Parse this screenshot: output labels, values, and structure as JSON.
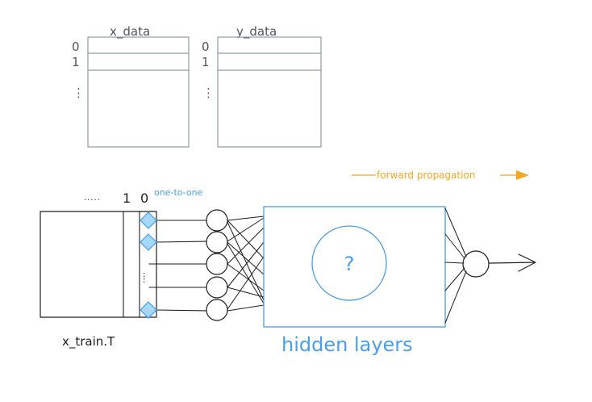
{
  "tables": {
    "x_data": {
      "header": "x_data",
      "row_labels": [
        "0",
        "1",
        "⋮"
      ]
    },
    "y_data": {
      "header": "y_data",
      "row_labels": [
        "0",
        "1",
        "⋮"
      ]
    }
  },
  "x_train": {
    "label": "x_train.T",
    "column_labels": [
      "1",
      "0"
    ],
    "dots_label": "....."
  },
  "annotations": {
    "one_to_one": "one-to-one",
    "forward_propagation": "forward propagation",
    "hidden_layers": "hidden layers",
    "unknown": "?"
  },
  "colors": {
    "ink": "#1e1e1e",
    "table": "#8f9aa6",
    "blue": "#4a9ee8",
    "light_blue": "#a5d8ff",
    "orange": "#f5a623"
  }
}
